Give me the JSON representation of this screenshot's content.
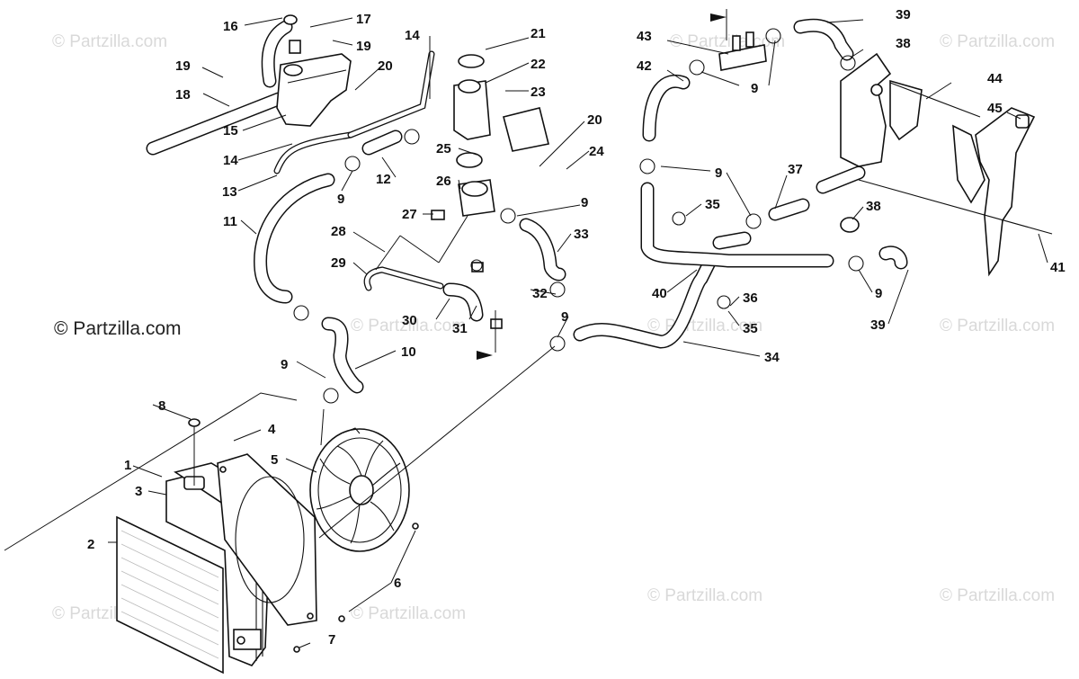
{
  "watermark": {
    "text": "© Partzilla.com",
    "prominent_text": "© Partzilla.com"
  },
  "callouts": [
    "1",
    "2",
    "3",
    "4",
    "5",
    "6",
    "7",
    "8",
    "9",
    "9",
    "9",
    "9",
    "9",
    "9",
    "9",
    "10",
    "11",
    "12",
    "13",
    "14",
    "14",
    "15",
    "16",
    "17",
    "18",
    "19",
    "19",
    "20",
    "20",
    "21",
    "22",
    "23",
    "24",
    "25",
    "26",
    "27",
    "28",
    "29",
    "30",
    "31",
    "32",
    "33",
    "34",
    "35",
    "35",
    "36",
    "37",
    "38",
    "38",
    "39",
    "39",
    "40",
    "41",
    "42",
    "43",
    "44",
    "45"
  ],
  "colors": {
    "line": "#111111",
    "watermark": "#d9d9d9",
    "background": "#ffffff"
  }
}
